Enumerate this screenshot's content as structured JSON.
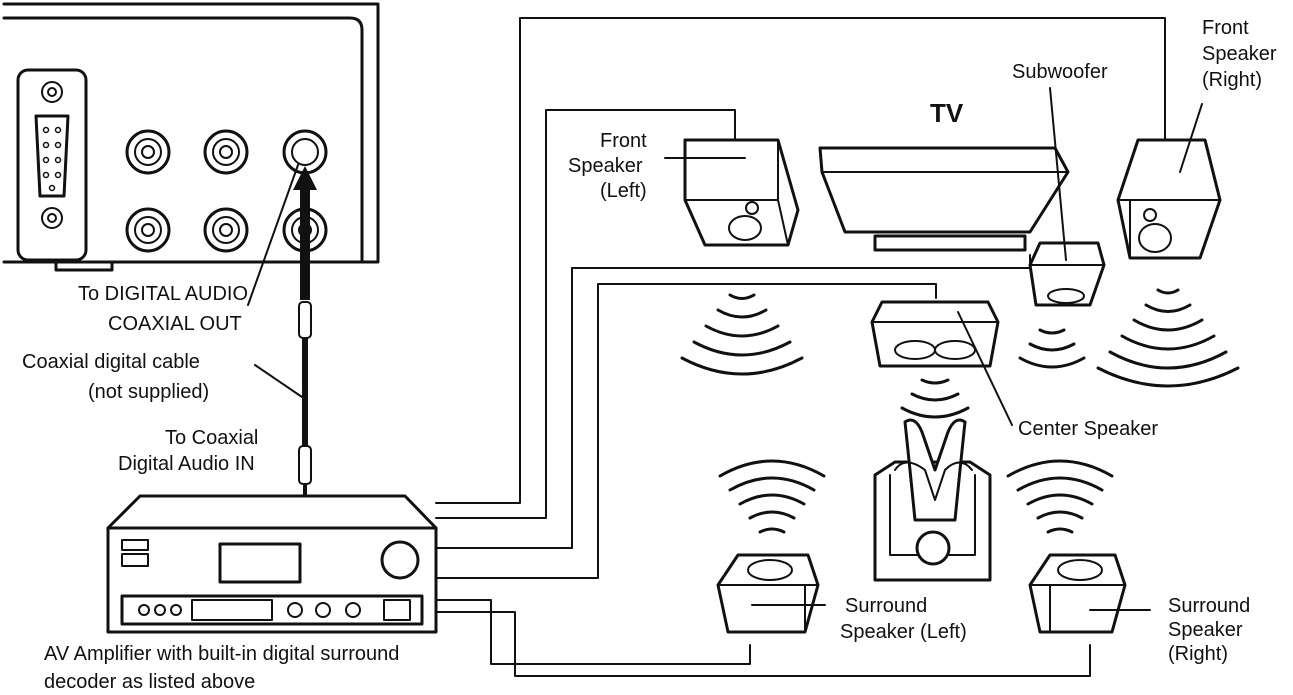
{
  "labels": {
    "tv": "TV",
    "subwoofer": "Subwoofer",
    "front_right": [
      "Front",
      "Speaker",
      "(Right)"
    ],
    "front_left": [
      "Front",
      "Speaker",
      "(Left)"
    ],
    "center": "Center Speaker",
    "surround_left": [
      "Surround",
      "Speaker (Left)"
    ],
    "surround_right": [
      "Surround",
      "Speaker",
      "(Right)"
    ],
    "digital_out": [
      "To DIGITAL AUDIO",
      "COAXIAL OUT"
    ],
    "cable": [
      "Coaxial digital cable",
      "(not supplied)"
    ],
    "digital_in": [
      "To Coaxial",
      "Digital Audio IN"
    ],
    "amplifier": [
      "AV Amplifier with built-in digital surround",
      "decoder as listed above"
    ]
  },
  "colors": {
    "line": "#111111",
    "background": "#ffffff"
  },
  "icons": [
    "vga-port-icon",
    "rca-jack-icon",
    "sound-wave-icon",
    "listener-icon",
    "arrow-up-icon"
  ]
}
